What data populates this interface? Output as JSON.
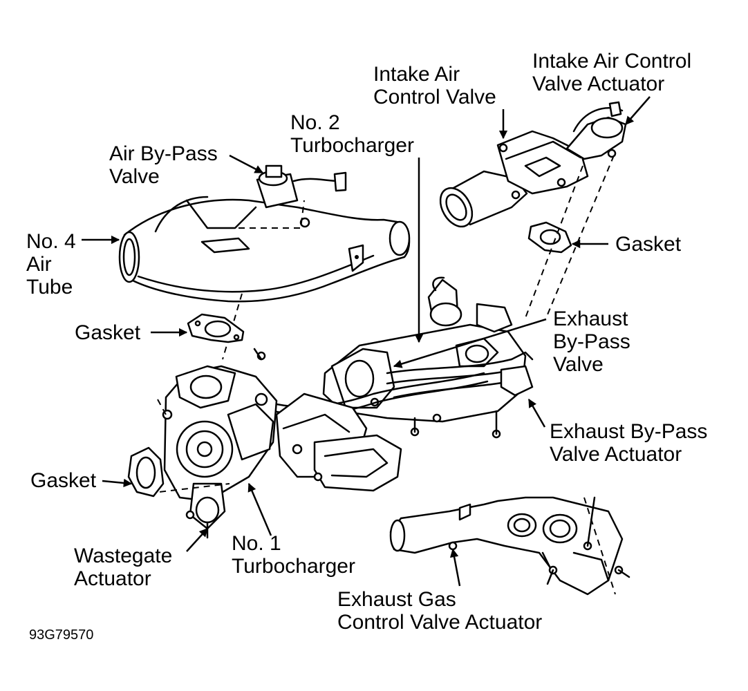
{
  "labels": {
    "intake_air_control_valve_actuator": [
      "Intake Air Control",
      "Valve Actuator"
    ],
    "intake_air_control_valve": [
      "Intake Air",
      "Control Valve"
    ],
    "no2_turbocharger": [
      "No. 2",
      "Turbocharger"
    ],
    "air_bypass_valve": [
      "Air By-Pass",
      "Valve"
    ],
    "no4_air_tube": [
      "No. 4",
      "Air",
      "Tube"
    ],
    "gasket_right": [
      "Gasket"
    ],
    "gasket_mid": [
      "Gasket"
    ],
    "exhaust_bypass_valve": [
      "Exhaust",
      "By-Pass",
      "Valve"
    ],
    "exhaust_bypass_valve_actuator": [
      "Exhaust By-Pass",
      "Valve Actuator"
    ],
    "gasket_left": [
      "Gasket"
    ],
    "wastegate_actuator": [
      "Wastegate",
      "Actuator"
    ],
    "no1_turbocharger": [
      "No. 1",
      "Turbocharger"
    ],
    "exhaust_gas_control_valve_actuator": [
      "Exhaust Gas",
      "Control Valve Actuator"
    ]
  },
  "figure_id": "93G79570"
}
